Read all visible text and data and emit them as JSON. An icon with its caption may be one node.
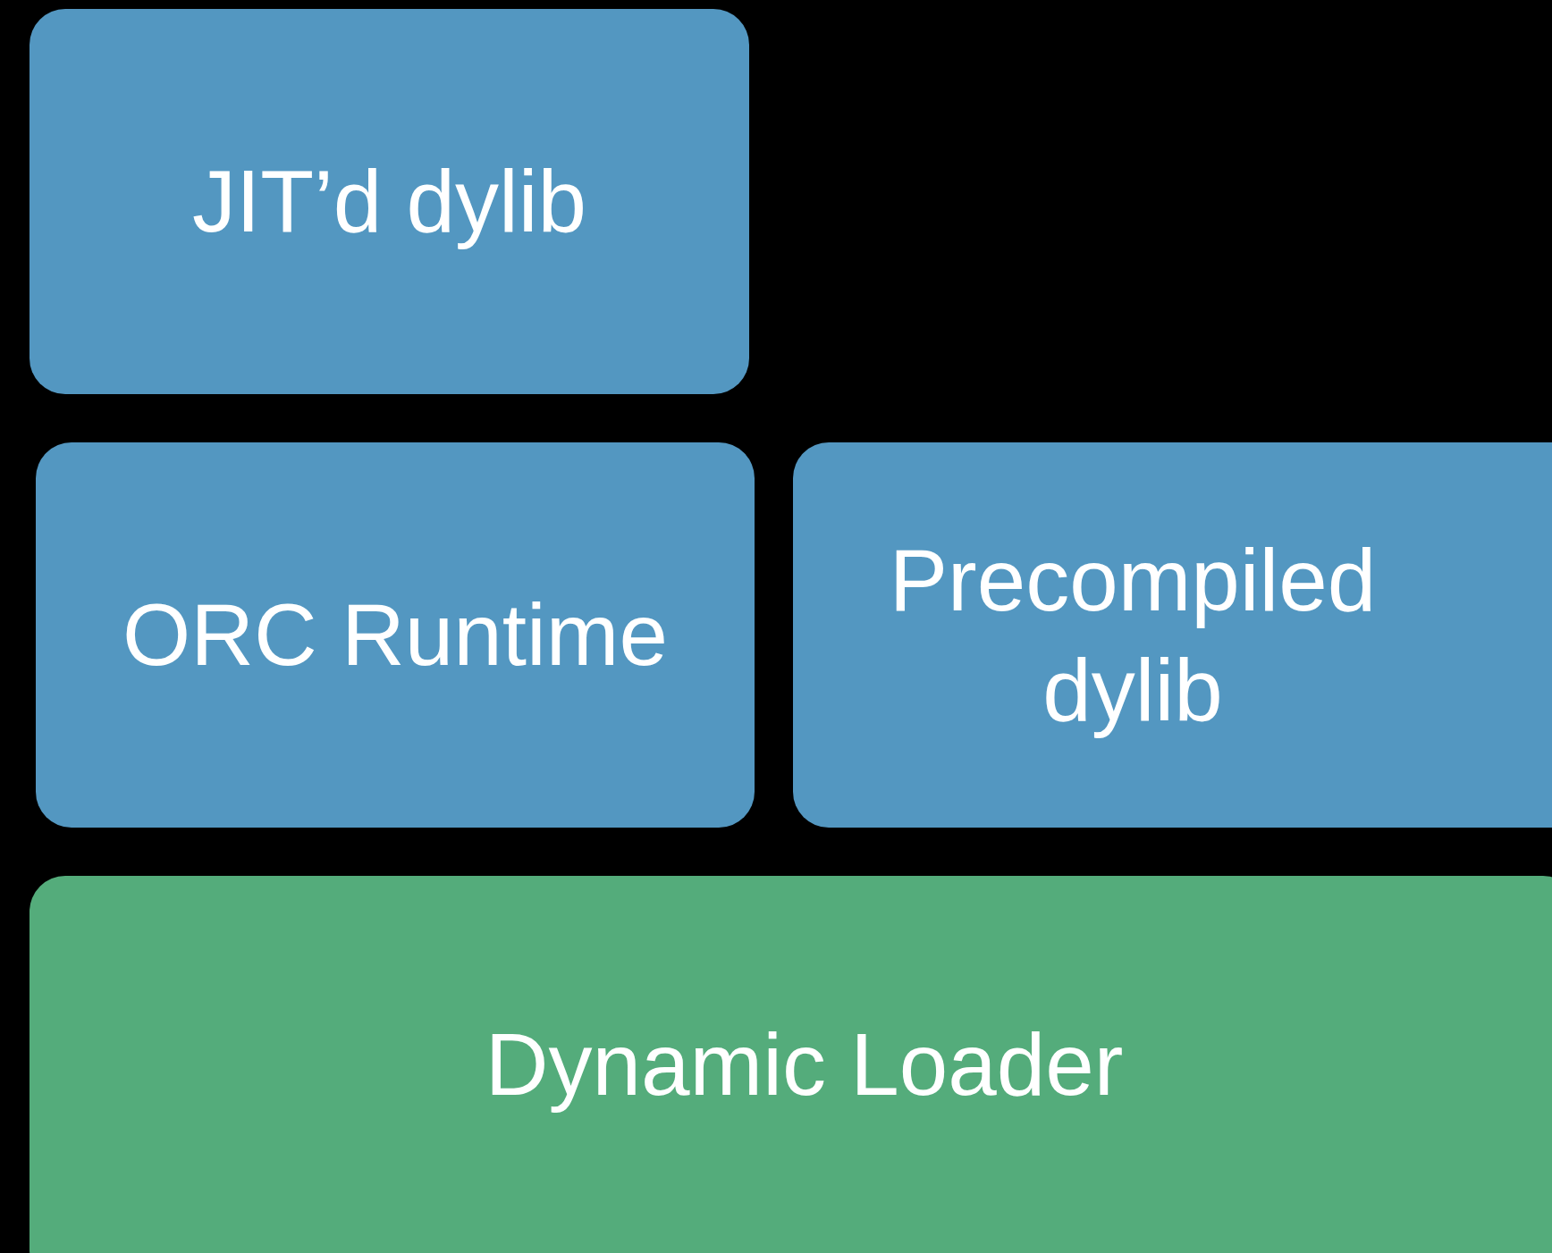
{
  "diagram": {
    "nodes": [
      {
        "text": [
          "JIT’d dylib"
        ]
      },
      {
        "text": [
          "ORC Runtime"
        ]
      },
      {
        "text": [
          "Precompiled dylib"
        ]
      },
      {
        "text": [
          "Dynamic Loader"
        ]
      }
    ]
  }
}
